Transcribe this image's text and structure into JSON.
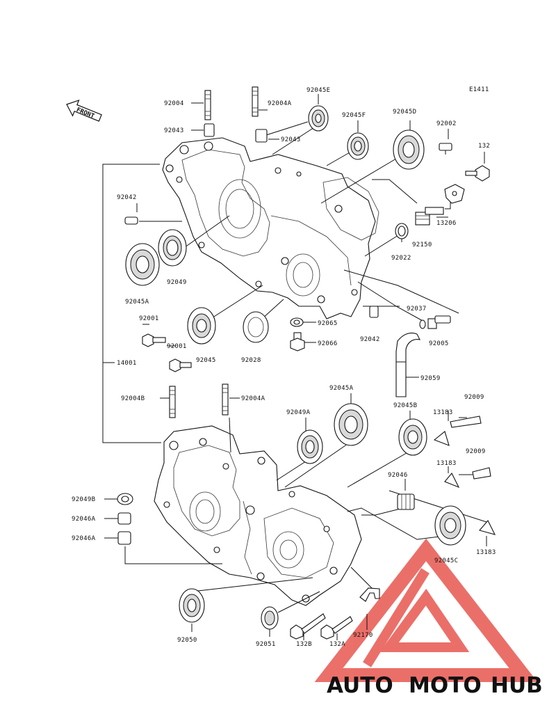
{
  "diagram": {
    "ref_code": "E1411",
    "front_label": "FRONT",
    "parts": {
      "p92004_top": "92004",
      "p92004A_top": "92004A",
      "p92045E": "92045E",
      "p92045F": "92045F",
      "p92045D": "92045D",
      "p92002": "92002",
      "p132_top": "132",
      "p92043_left": "92043",
      "p92043_right": "92043",
      "p92042_left": "92042",
      "p13206": "13206",
      "p92150": "92150",
      "p92022": "92022",
      "p92049": "92049",
      "p92045A_left": "92045A",
      "p92001_a": "92001",
      "p92001_b": "92001",
      "p92045": "92045",
      "p92028": "92028",
      "p92065": "92065",
      "p92066": "92066",
      "p92042_mid": "92042",
      "p92037": "92037",
      "p92005": "92005",
      "p14001": "14001",
      "p92059": "92059",
      "p92004B": "92004B",
      "p92004A_low": "92004A",
      "p92045A_low": "92045A",
      "p92049A": "92049A",
      "p92045B": "92045B",
      "p13183_a": "13183",
      "p92009_a": "92009",
      "p13183_b": "13183",
      "p92009_b": "92009",
      "p92046": "92046",
      "p92049B": "92049B",
      "p92046A_a": "92046A",
      "p92046A_b": "92046A",
      "p92045C": "92045C",
      "p13183_c": "13183",
      "p92050": "92050",
      "p92051": "92051",
      "p132B": "132B",
      "p132A": "132A",
      "p92170": "92170"
    }
  },
  "watermark": {
    "text_part1": "AUTO",
    "text_part2": "MOTO",
    "text_part3": "HUB",
    "color_auto": "#f2b63c",
    "color_moto": "#e95a56",
    "color_hub": "#3b3b3b",
    "triangle_color": "#e8574f"
  }
}
